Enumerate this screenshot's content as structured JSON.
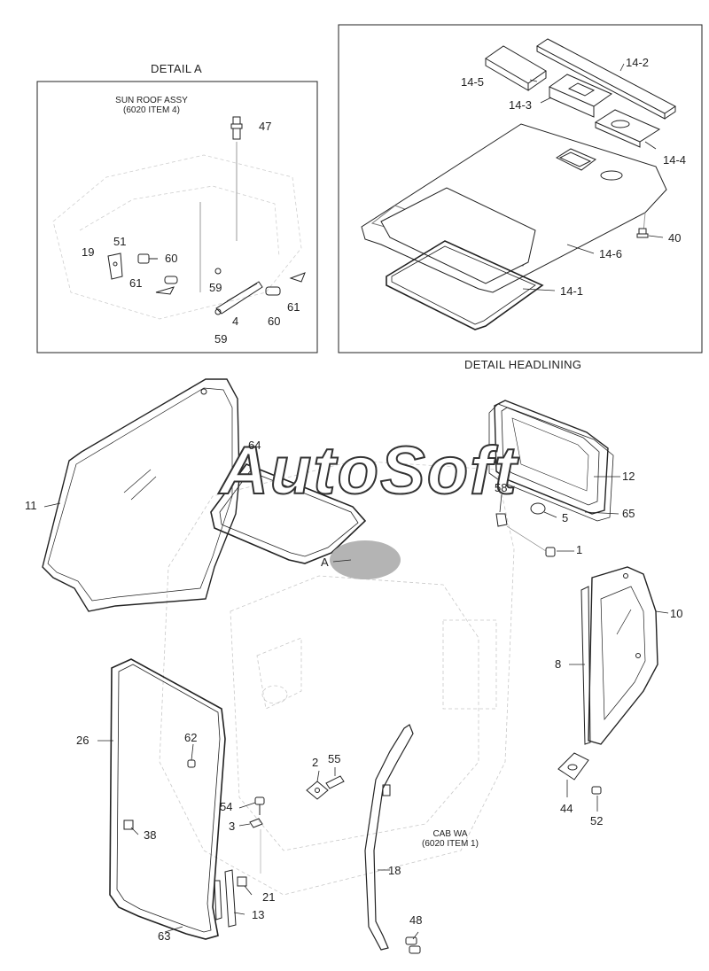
{
  "detail_a": {
    "title": "DETAIL A",
    "assy_line1": "SUN ROOF ASSY",
    "assy_line2": "(6020 ITEM 4)"
  },
  "detail_headlining": {
    "title": "DETAIL HEADLINING"
  },
  "cab": {
    "line1": "CAB WA",
    "line2": "(6020 ITEM 1)"
  },
  "detail_marker": "A",
  "watermark": "AutoSoft",
  "part_labels": {
    "p47": "47",
    "p51": "51",
    "p19": "19",
    "p60a": "60",
    "p61a": "61",
    "p59a": "59",
    "p59b": "59",
    "p4": "4",
    "p60b": "60",
    "p61b": "61",
    "p14_5": "14-5",
    "p14_2": "14-2",
    "p14_3": "14-3",
    "p14_4": "14-4",
    "p40": "40",
    "p14_6": "14-6",
    "p14_1": "14-1",
    "p11": "11",
    "p64": "64",
    "p58": "58",
    "p12": "12",
    "p5": "5",
    "p65": "65",
    "p1": "1",
    "p10": "10",
    "p8": "8",
    "p26": "26",
    "p62": "62",
    "p2": "2",
    "p55": "55",
    "p54": "54",
    "p3": "3",
    "p38": "38",
    "p21": "21",
    "p13": "13",
    "p63": "63",
    "p18": "18",
    "p48": "48",
    "p44": "44",
    "p52": "52"
  },
  "colors": {
    "line": "#222222",
    "ghost": "#c8c8c8",
    "marker_fill": "#b4b4b4"
  }
}
